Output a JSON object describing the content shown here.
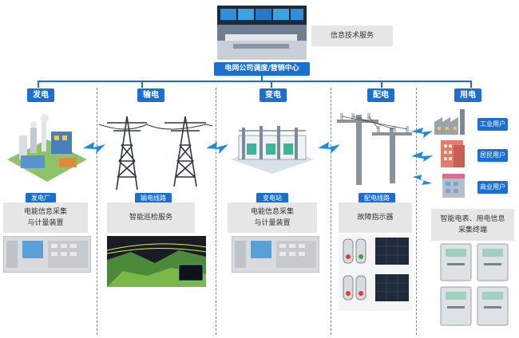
{
  "top": {
    "info_service": "信息技术服务",
    "center_title": "电网公司调度/营销中心"
  },
  "stages": [
    {
      "label": "发电"
    },
    {
      "label": "输电"
    },
    {
      "label": "变电"
    },
    {
      "label": "配电"
    },
    {
      "label": "用电"
    }
  ],
  "power_plant": {
    "tag": "发电厂",
    "service": [
      "电能信息采集",
      "与计量装置"
    ]
  },
  "transmission": {
    "tag": "输电线路",
    "service": "智能巡检服务"
  },
  "substation": {
    "tag": "变电站",
    "service": [
      "电能信息采集",
      "与计量装置"
    ]
  },
  "distribution": {
    "tag": "配电线路",
    "service": "故障指示器"
  },
  "consumption": {
    "users": [
      "工业用户",
      "居民用户",
      "商业用户"
    ],
    "service": [
      "智能电表、用电信息",
      "采集终端"
    ]
  },
  "colors": {
    "accent": "#1a6fd0",
    "gray_box": "#e6e6e6",
    "bolt": "#1e88e5"
  }
}
